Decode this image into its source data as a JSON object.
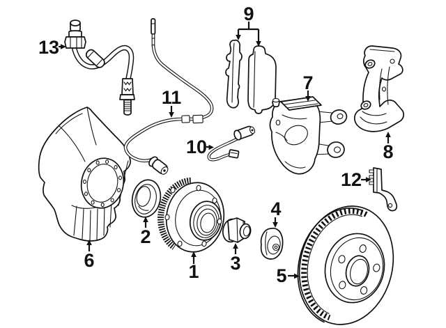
{
  "diagram": {
    "background_color": "#ffffff",
    "line_color": "#111111"
  },
  "callouts": [
    {
      "number": "1",
      "part": "wheel-hub"
    },
    {
      "number": "2",
      "part": "seal-ring"
    },
    {
      "number": "3",
      "part": "collar-lock-nut"
    },
    {
      "number": "4",
      "part": "dust-cap"
    },
    {
      "number": "5",
      "part": "brake-rotor"
    },
    {
      "number": "6",
      "part": "splash-shield"
    },
    {
      "number": "7",
      "part": "brake-caliper"
    },
    {
      "number": "8",
      "part": "caliper-mounting-bracket"
    },
    {
      "number": "9",
      "part": "brake-pads"
    },
    {
      "number": "10",
      "part": "pad-wear-sensor"
    },
    {
      "number": "11",
      "part": "abs-speed-sensor-cable"
    },
    {
      "number": "12",
      "part": "cable-holder-bracket"
    },
    {
      "number": "13",
      "part": "brake-hose"
    }
  ]
}
